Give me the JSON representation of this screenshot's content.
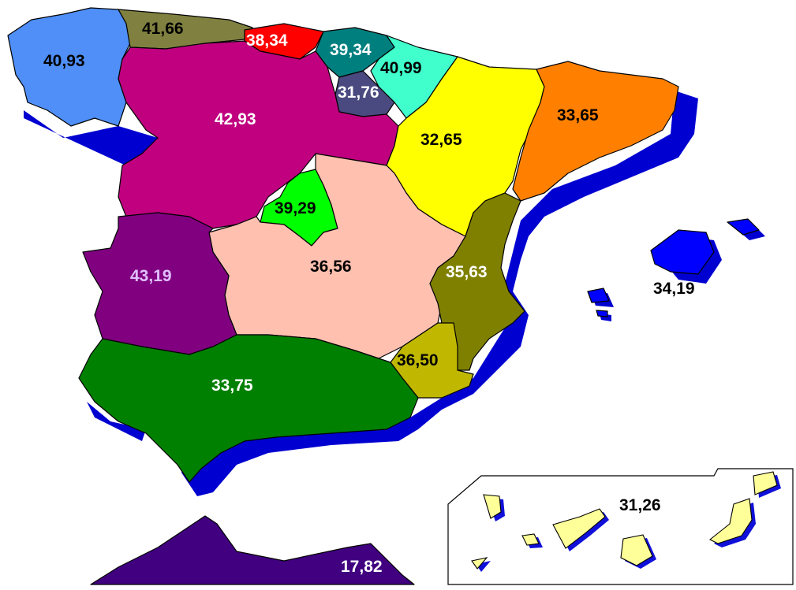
{
  "map": {
    "regions": [
      {
        "id": "galicia",
        "value": "40,93",
        "fill": "#4f8ff7",
        "label_color": "#000000"
      },
      {
        "id": "asturias",
        "value": "41,66",
        "fill": "#808040",
        "label_color": "#000000"
      },
      {
        "id": "cantabria",
        "value": "38,34",
        "fill": "#ff0000",
        "label_color": "#ffffff"
      },
      {
        "id": "pais-vasco",
        "value": "39,34",
        "fill": "#007f7f",
        "label_color": "#ffffff"
      },
      {
        "id": "navarra",
        "value": "40,99",
        "fill": "#40ffcc",
        "label_color": "#000000"
      },
      {
        "id": "la-rioja",
        "value": "31,76",
        "fill": "#4a4a80",
        "label_color": "#ffffff"
      },
      {
        "id": "castilla-leon",
        "value": "42,93",
        "fill": "#c0007f",
        "label_color": "#ffffff"
      },
      {
        "id": "aragon",
        "value": "32,65",
        "fill": "#ffff00",
        "label_color": "#000000"
      },
      {
        "id": "cataluna",
        "value": "33,65",
        "fill": "#ff8000",
        "label_color": "#000000"
      },
      {
        "id": "madrid",
        "value": "39,29",
        "fill": "#00ff00",
        "label_color": "#000000"
      },
      {
        "id": "castilla-la-mancha",
        "value": "36,56",
        "fill": "#ffc0b0",
        "label_color": "#000000"
      },
      {
        "id": "extremadura",
        "value": "43,19",
        "fill": "#800080",
        "label_color": "#e0c0ff"
      },
      {
        "id": "comunidad-valenciana",
        "value": "35,63",
        "fill": "#808000",
        "label_color": "#ffffff"
      },
      {
        "id": "murcia",
        "value": "36,50",
        "fill": "#c0b800",
        "label_color": "#000000"
      },
      {
        "id": "andalucia",
        "value": "33,75",
        "fill": "#008000",
        "label_color": "#ffffff"
      },
      {
        "id": "baleares",
        "value": "34,19",
        "fill": "#0000ff",
        "label_color": "#000000"
      },
      {
        "id": "canarias",
        "value": "31,26",
        "fill": "#ffff99",
        "label_color": "#000000"
      },
      {
        "id": "ceuta-melilla",
        "value": "17,82",
        "fill": "#400080",
        "label_color": "#ffffff"
      }
    ],
    "colors": {
      "coast_shadow": "#0000d0",
      "background": "#ffffff"
    }
  }
}
